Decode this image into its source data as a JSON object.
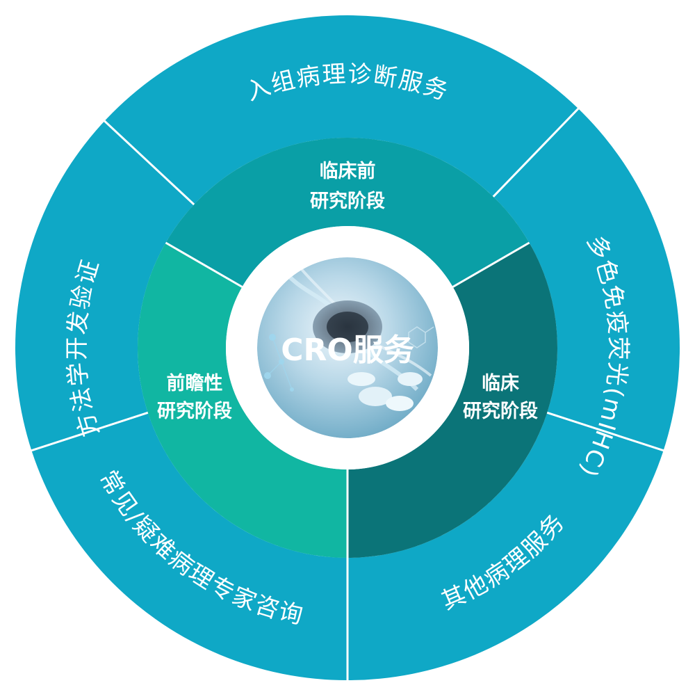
{
  "center": {
    "label": "CRO服务"
  },
  "inner_segments": [
    {
      "id": "preclinical",
      "line1": "临床前",
      "line2": "研究阶段",
      "color": "#0a9fa6"
    },
    {
      "id": "clinical",
      "line1": "临床",
      "line2": "研究阶段",
      "color": "#0b7478"
    },
    {
      "id": "prospective",
      "line1": "前瞻性",
      "line2": "研究阶段",
      "color": "#11b6a2"
    }
  ],
  "outer_services": [
    {
      "id": "enrollment-pathology",
      "label": "入组病理诊断服务"
    },
    {
      "id": "mihc",
      "label": "多色免疫荧光(mIHC)"
    },
    {
      "id": "other-pathology",
      "label": "其他病理服务"
    },
    {
      "id": "expert-consult",
      "label": "常见/疑难病理专家咨询"
    },
    {
      "id": "method-validation",
      "label": "方法学开发验证"
    }
  ],
  "colors": {
    "outer_ring": "#0fa8c6",
    "divider": "#ffffff",
    "background": "#ffffff",
    "center_tint": "#c7e2ee"
  }
}
